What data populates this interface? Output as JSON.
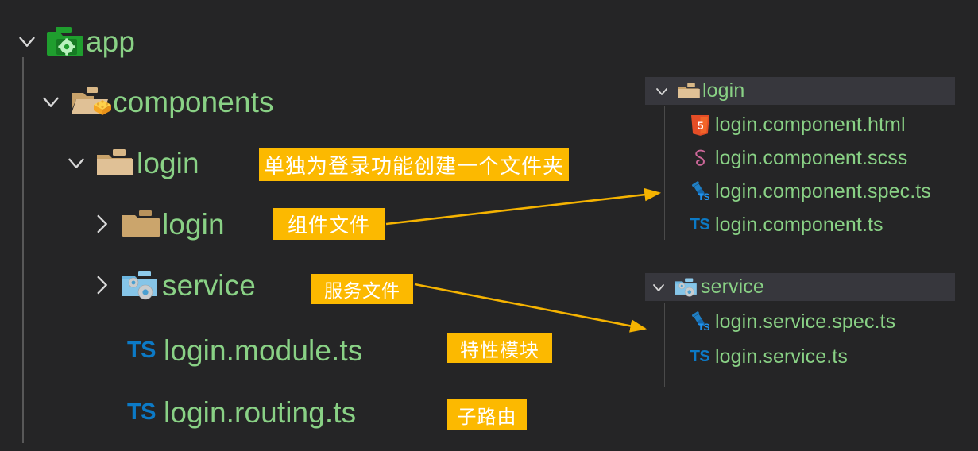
{
  "theme": {
    "background": "#252526",
    "row_highlight": "#37373d",
    "file_text": "#89d185",
    "badge_bg": "#fcb900",
    "badge_text": "#ffffff",
    "arrow_color": "#f5b301",
    "ts_blue": "#0c7ac6",
    "folder_tan": "#dcb67a",
    "folder_blue": "#6cb6e0",
    "folder_green": "#1f9e2e",
    "html_orange": "#e44d26",
    "scss_pink": "#cd6799",
    "guide_line": "#585858"
  },
  "left_tree": {
    "name": "project-explorer-left",
    "items": [
      {
        "label": "app",
        "icon": "folder-app-green-gear-icon",
        "twisty": "chevron-down-icon",
        "expanded": true,
        "depth": 0,
        "badge": null
      },
      {
        "label": "components",
        "icon": "folder-components-brick-icon",
        "twisty": "chevron-down-icon",
        "expanded": true,
        "depth": 1,
        "badge": null
      },
      {
        "label": "login",
        "icon": "folder-open-tan-icon",
        "twisty": "chevron-down-icon",
        "expanded": true,
        "depth": 2,
        "badge": "单独为登录功能创建一个文件夹"
      },
      {
        "label": "login",
        "icon": "folder-closed-tan-icon",
        "twisty": "chevron-right-icon",
        "expanded": false,
        "depth": 3,
        "badge": "组件文件"
      },
      {
        "label": "service",
        "icon": "folder-service-blue-gear-icon",
        "twisty": "chevron-right-icon",
        "expanded": false,
        "depth": 3,
        "badge": "服务文件"
      },
      {
        "label": "login.module.ts",
        "icon": "typescript-icon",
        "twisty": null,
        "expanded": null,
        "depth": 3,
        "badge": "特性模块"
      },
      {
        "label": "login.routing.ts",
        "icon": "typescript-icon",
        "twisty": null,
        "expanded": null,
        "depth": 3,
        "badge": "子路由"
      }
    ]
  },
  "right_panels": [
    {
      "name": "login-folder-panel",
      "header": {
        "label": "login",
        "icon": "folder-open-tan-icon",
        "twisty": "chevron-down-icon",
        "selected": true
      },
      "files": [
        {
          "label": "login.component.html",
          "icon": "html5-icon"
        },
        {
          "label": "login.component.scss",
          "icon": "sass-icon"
        },
        {
          "label": "login.component.spec.ts",
          "icon": "test-typescript-icon"
        },
        {
          "label": "login.component.ts",
          "icon": "typescript-icon"
        }
      ]
    },
    {
      "name": "service-folder-panel",
      "header": {
        "label": "service",
        "icon": "folder-service-blue-gear-icon",
        "twisty": "chevron-down-icon",
        "selected": true
      },
      "files": [
        {
          "label": "login.service.spec.ts",
          "icon": "test-typescript-icon"
        },
        {
          "label": "login.service.ts",
          "icon": "typescript-icon"
        }
      ]
    }
  ],
  "annotations": {
    "badges": [
      {
        "text": "单独为登录功能创建一个文件夹",
        "target": "left-login-folder"
      },
      {
        "text": "组件文件",
        "target": "left-login-subfolder"
      },
      {
        "text": "服务文件",
        "target": "left-service-subfolder"
      },
      {
        "text": "特性模块",
        "target": "left-login-module-ts"
      },
      {
        "text": "子路由",
        "target": "left-login-routing-ts"
      }
    ],
    "arrows": [
      {
        "name": "arrow-component-to-login-panel",
        "from": "组件文件",
        "to": "login-folder-panel"
      },
      {
        "name": "arrow-service-to-service-panel",
        "from": "服务文件",
        "to": "service-folder-panel"
      }
    ]
  }
}
